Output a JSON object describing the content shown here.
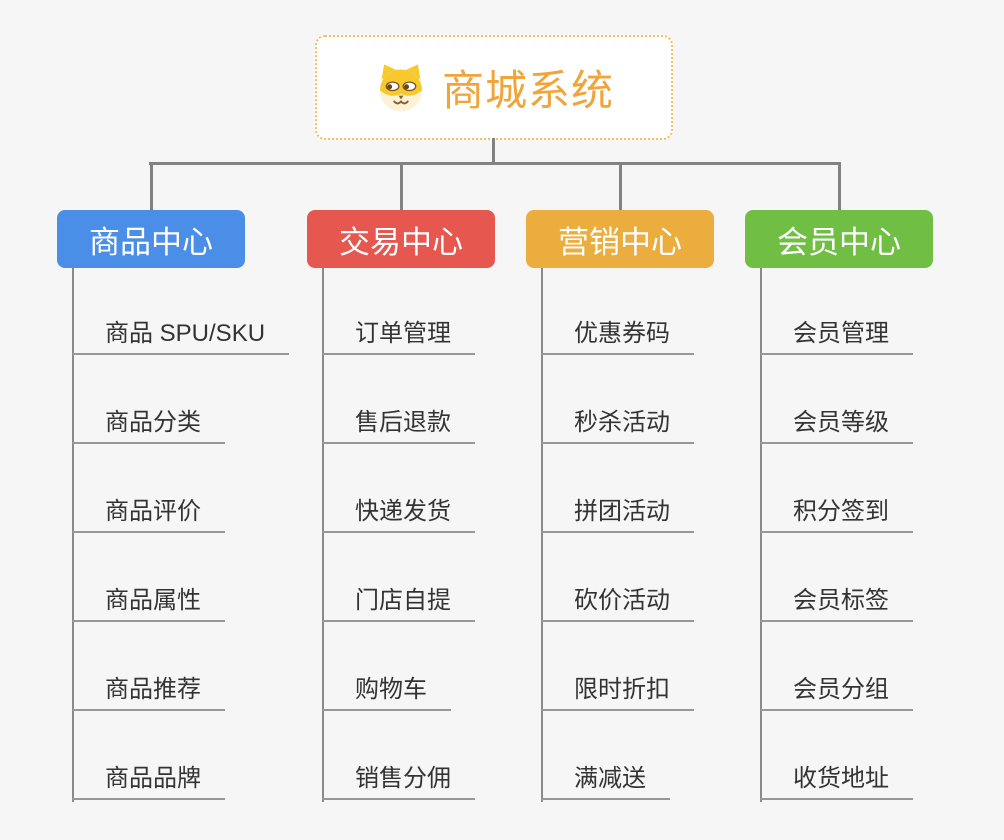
{
  "root": {
    "title": "商城系统",
    "icon": "dog-face-icon",
    "text_color": "#f0a43a",
    "border_color": "#f5bd5e"
  },
  "colors": {
    "background": "#f6f6f6",
    "connector": "#828282",
    "underline": "#979797",
    "item_text": "#333333"
  },
  "branches": [
    {
      "id": "product-center",
      "label": "商品中心",
      "color": "#4a8ee8",
      "children": [
        "商品 SPU/SKU",
        "商品分类",
        "商品评价",
        "商品属性",
        "商品推荐",
        "商品品牌"
      ]
    },
    {
      "id": "trade-center",
      "label": "交易中心",
      "color": "#e65750",
      "children": [
        "订单管理",
        "售后退款",
        "快递发货",
        "门店自提",
        "购物车",
        "销售分佣"
      ]
    },
    {
      "id": "marketing-center",
      "label": "营销中心",
      "color": "#eaad3e",
      "children": [
        "优惠券码",
        "秒杀活动",
        "拼团活动",
        "砍价活动",
        "限时折扣",
        "满减送"
      ]
    },
    {
      "id": "member-center",
      "label": "会员中心",
      "color": "#70be44",
      "children": [
        "会员管理",
        "会员等级",
        "积分签到",
        "会员标签",
        "会员分组",
        "收货地址"
      ]
    }
  ]
}
